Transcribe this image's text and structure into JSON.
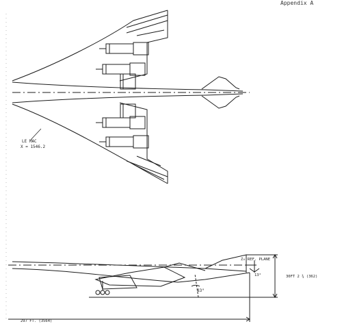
{
  "header": {
    "appendix_label": "Appendix A"
  },
  "plan_view": {
    "le_mac_label": "LE MAC",
    "le_mac_station": "X = 1546.2"
  },
  "side_view": {
    "ref_plane_label": "Z₀ REF. PLANE",
    "tail_angle": "13°",
    "gear_angle": "83°",
    "height_dim": "30FT 2 ¾ (362)",
    "length_dim": "297 FT. (3564)"
  },
  "colors": {
    "ink": "#1c1c1c",
    "paper": "#ffffff",
    "margin_dots": "#bdbdbd"
  }
}
